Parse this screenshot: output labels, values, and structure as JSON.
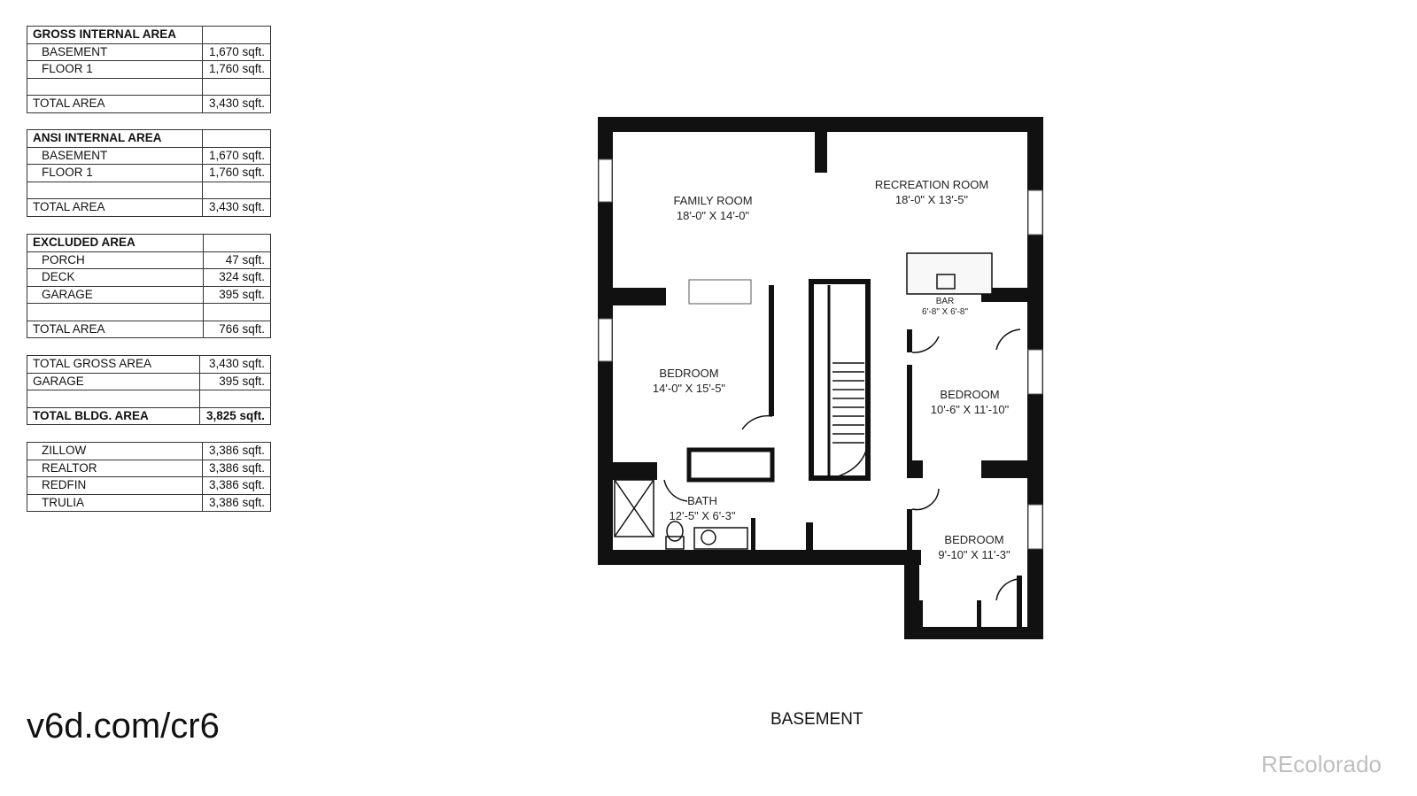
{
  "tables": [
    {
      "rows": [
        {
          "label": "GROSS INTERNAL AREA",
          "value": "",
          "type": "head"
        },
        {
          "label": "BASEMENT",
          "value": "1,670 sqft.",
          "type": "indent"
        },
        {
          "label": "FLOOR 1",
          "value": "1,760 sqft.",
          "type": "indent"
        },
        {
          "label": "",
          "value": "",
          "type": "blank"
        },
        {
          "label": "TOTAL AREA",
          "value": "3,430 sqft.",
          "type": "total"
        }
      ]
    },
    {
      "rows": [
        {
          "label": "ANSI INTERNAL AREA",
          "value": "",
          "type": "head"
        },
        {
          "label": "BASEMENT",
          "value": "1,670 sqft.",
          "type": "indent"
        },
        {
          "label": "FLOOR 1",
          "value": "1,760 sqft.",
          "type": "indent"
        },
        {
          "label": "",
          "value": "",
          "type": "blank"
        },
        {
          "label": "TOTAL AREA",
          "value": "3,430 sqft.",
          "type": "total"
        }
      ]
    },
    {
      "rows": [
        {
          "label": "EXCLUDED AREA",
          "value": "",
          "type": "head"
        },
        {
          "label": "PORCH",
          "value": "47 sqft.",
          "type": "indent"
        },
        {
          "label": "DECK",
          "value": "324 sqft.",
          "type": "indent"
        },
        {
          "label": "GARAGE",
          "value": "395 sqft.",
          "type": "indent"
        },
        {
          "label": "",
          "value": "",
          "type": "blank"
        },
        {
          "label": "TOTAL AREA",
          "value": "766 sqft.",
          "type": "total"
        }
      ]
    },
    {
      "rows": [
        {
          "label": "TOTAL GROSS AREA",
          "value": "3,430 sqft.",
          "type": "total"
        },
        {
          "label": "GARAGE",
          "value": "395 sqft.",
          "type": "total"
        },
        {
          "label": "",
          "value": "",
          "type": "blank"
        },
        {
          "label": "TOTAL BLDG. AREA",
          "value": "3,825 sqft.",
          "type": "bold"
        }
      ]
    },
    {
      "rows": [
        {
          "label": "ZILLOW",
          "value": "3,386 sqft.",
          "type": "indent"
        },
        {
          "label": "REALTOR",
          "value": "3,386 sqft.",
          "type": "indent"
        },
        {
          "label": "REDFIN",
          "value": "3,386 sqft.",
          "type": "indent"
        },
        {
          "label": "TRULIA",
          "value": "3,386 sqft.",
          "type": "indent"
        }
      ]
    }
  ],
  "link": "v6d.com/cr6",
  "floor_caption": "BASEMENT",
  "watermark": "REcolorado",
  "rooms": {
    "family_room": {
      "name": "FAMILY ROOM",
      "dims": "18'-0\" X 14'-0\""
    },
    "recreation_room": {
      "name": "RECREATION ROOM",
      "dims": "18'-0\" X 13'-5\""
    },
    "bar": {
      "name": "BAR",
      "dims": "6'-8\" X 6'-8\""
    },
    "bedroom_1": {
      "name": "BEDROOM",
      "dims": "14'-0\" X 15'-5\""
    },
    "bedroom_2": {
      "name": "BEDROOM",
      "dims": "10'-6\" X 11'-10\""
    },
    "bath": {
      "name": "BATH",
      "dims": "12'-5\" X 6'-3\""
    },
    "bedroom_3": {
      "name": "BEDROOM",
      "dims": "9'-10\" X 11'-3\""
    }
  },
  "colors": {
    "wall": "#111111",
    "watermark": "#bfbfbf"
  }
}
